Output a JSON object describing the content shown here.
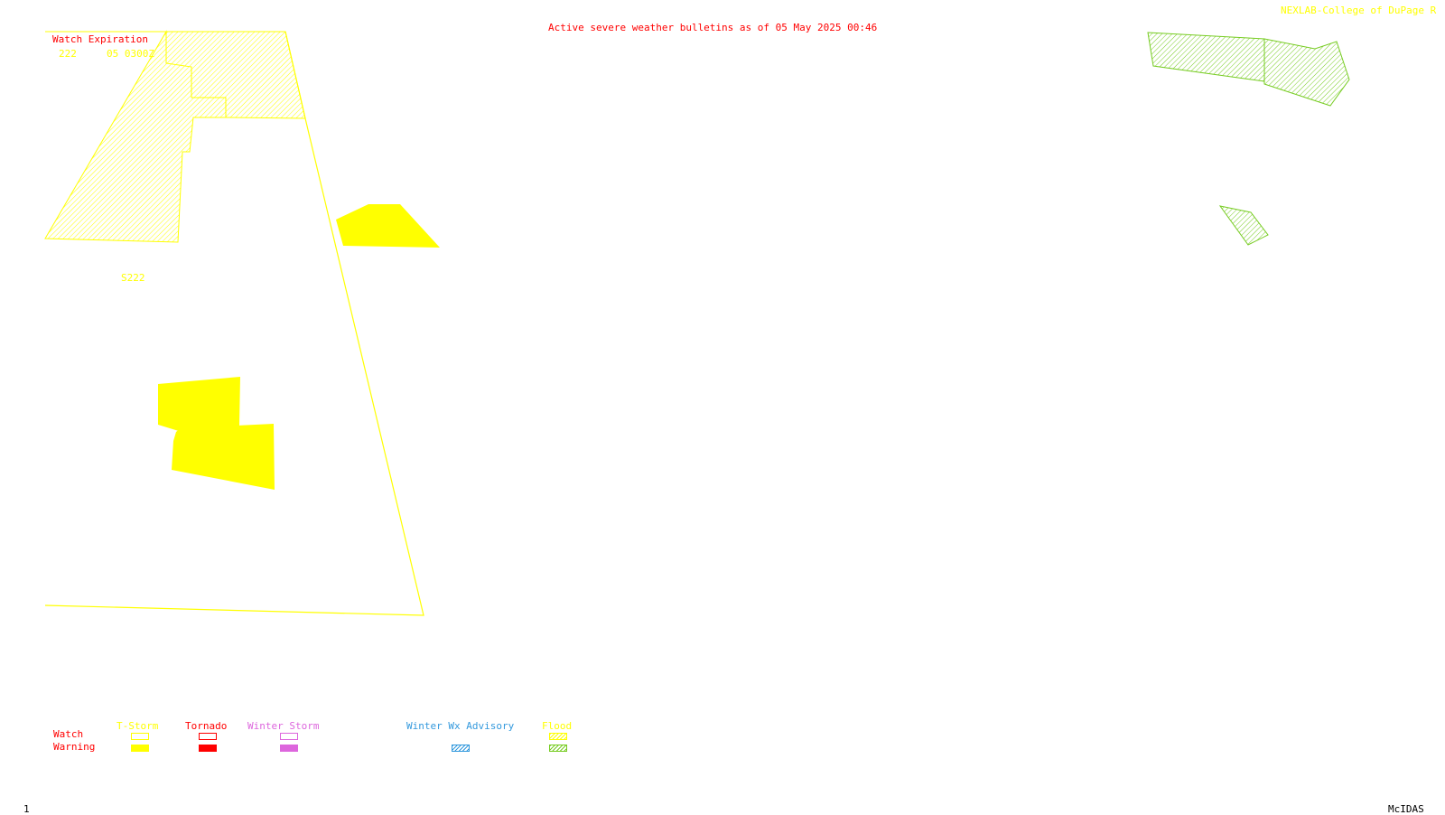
{
  "title": "Active severe weather bulletins as of 05 May 2025 00:46",
  "credit": "NEXLAB-College of DuPage R",
  "watch_expiration": {
    "heading": "Watch Expiration",
    "watch_number": "222",
    "expires": "05 0300Z"
  },
  "watch_polygon_label": "S222",
  "frame_number": "1",
  "software": "McIDAS",
  "colors": {
    "title": "#ff0000",
    "tstorm": "#ffff00",
    "tornado": "#ff0000",
    "winter_storm": "#dd66dd",
    "winter_wx_advisory": "#3399dd",
    "flood": "#77cc22"
  },
  "legend": {
    "row_watch": "Watch",
    "row_warning": "Warning",
    "categories": [
      {
        "name": "T-Storm",
        "color": "#ffff00",
        "watch": "outline",
        "warning": "solid"
      },
      {
        "name": "Tornado",
        "color": "#ff0000",
        "watch": "outline",
        "warning": "solid"
      },
      {
        "name": "Winter Storm",
        "color": "#dd66dd",
        "watch": "outline",
        "warning": "solid"
      },
      {
        "name": "Winter Wx Advisory",
        "color": "#3399dd",
        "watch": "",
        "warning": "hatched"
      },
      {
        "name": "Flood",
        "color": "#77cc22",
        "watch": "hatched-yellow",
        "warning": "hatched"
      }
    ]
  }
}
